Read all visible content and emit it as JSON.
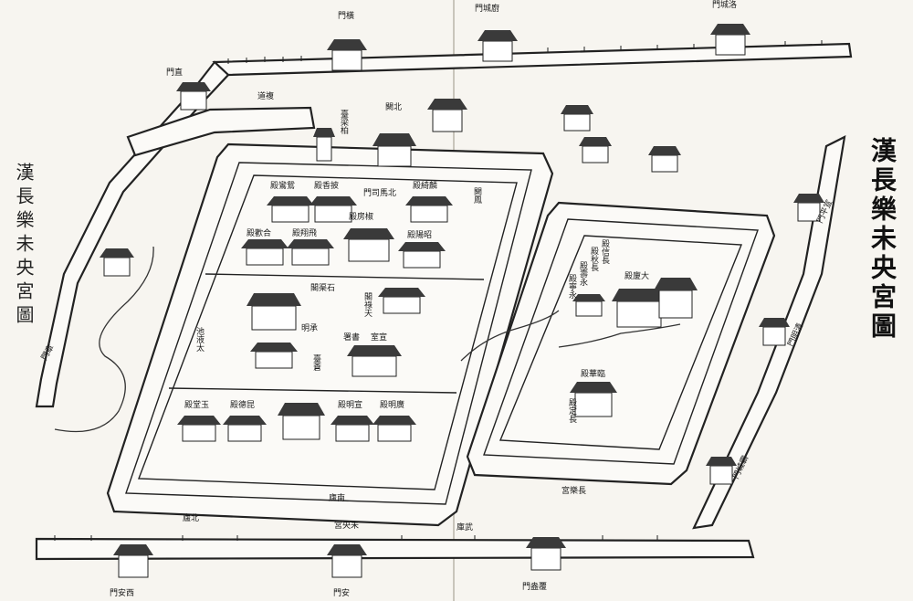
{
  "title": "漢長樂未央宮圖",
  "seal_title": "漢長樂未央宮圖",
  "gates": {
    "heng": "門橫",
    "chu": "門城廚",
    "luo": "門城洛",
    "zhi": "門直",
    "xi_an": "門安西",
    "zhang": "門章",
    "an": "門安",
    "fu_ang": "門盎覆",
    "ba": "門城霸",
    "qing_ming": "門明清",
    "xuan_ping": "門平宣"
  },
  "places": {
    "road": "道複",
    "bei_que": "闕北",
    "bai_liang": "臺梁柏",
    "si_ma": "門司馬北",
    "feng_que": "闕鳳",
    "changle": "宮樂長",
    "weiyang": "宮央未",
    "wu_ku": "庫武",
    "shi_qu": "閣渠石",
    "tian_lu": "閣祿天",
    "cheng_ming": "明承",
    "xuan_shi": "室宣",
    "shu_dian": "署書",
    "tai_ye": "池液太",
    "chang_tai": "臺蒼",
    "lu_bei": "廬北",
    "lu_nan": "廬南"
  },
  "halls": {
    "yuan_luan": "殿鸞鴛",
    "pi_xiang": "殿香披",
    "lin_qi": "殿綺麟",
    "jiao_fang": "殿房椒",
    "he_huan": "殿歡合",
    "fei_xiang": "殿翔飛",
    "zhao_yang": "殿陽昭",
    "yu_tang": "殿堂玉",
    "kun_de": "殿德昆",
    "xuan_ming": "殿明宣",
    "guang_ming": "殿明廣",
    "da_xia": "殿廈大",
    "lin_hua": "殿華臨",
    "chang_xin": "殿信長",
    "chang_qiu": "殿秋長",
    "yong_shou": "殿壽永",
    "yong_ning": "殿寧永",
    "chang_ding": "殿定長"
  }
}
